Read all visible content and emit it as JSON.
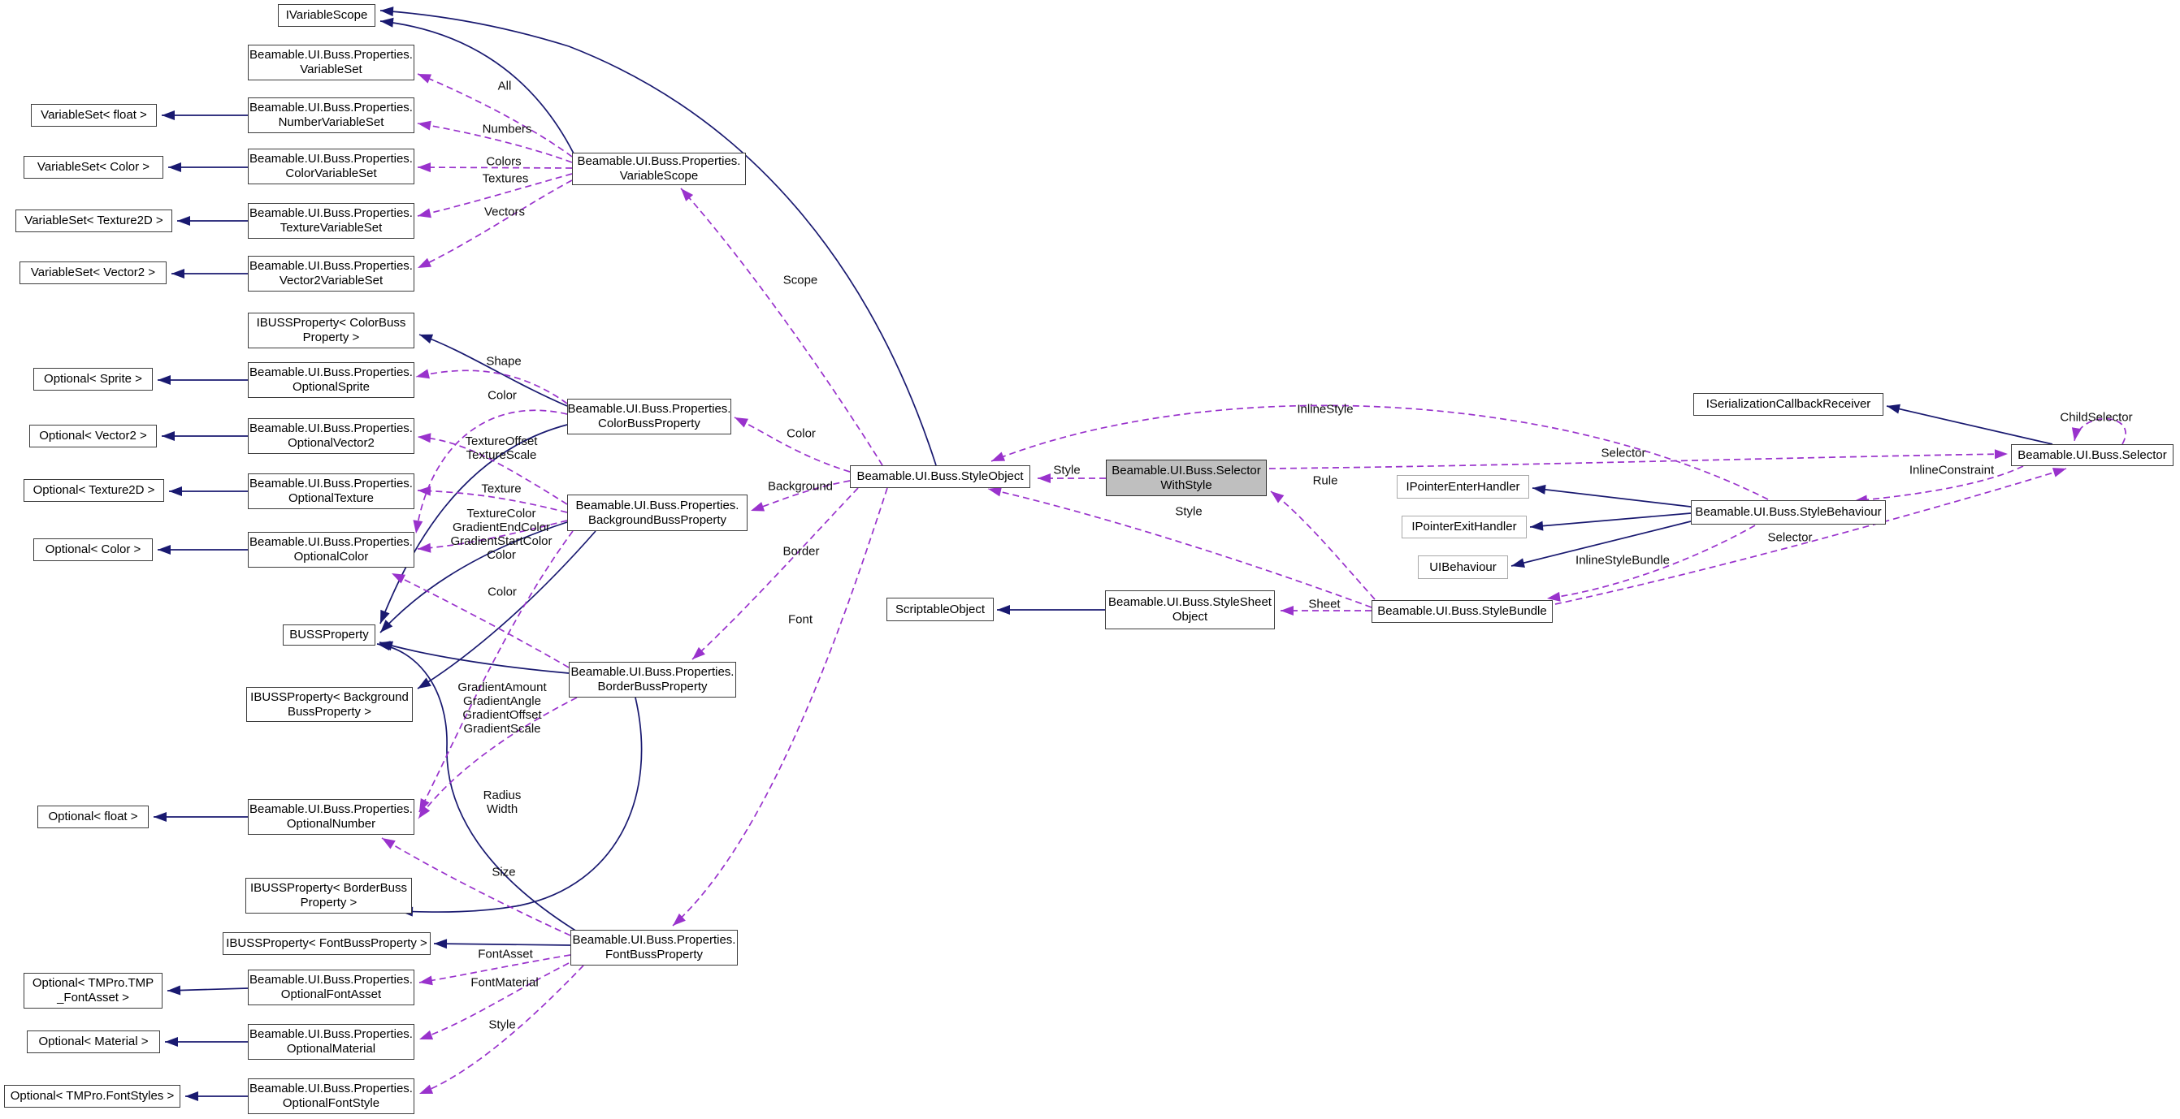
{
  "diagram": {
    "type": "doxygen-collaboration-diagram",
    "highlighted_node": "SelectorWithStyle",
    "colors": {
      "background": "#ffffff",
      "inheritance_edge": "#191970",
      "usage_edge": "#9932cc",
      "node_border": "#3d3d3d",
      "external_node_border": "#aaaaaa",
      "highlight_fill": "#bfbfbf",
      "text": "#000000"
    },
    "nodes": [
      {
        "id": "IVariableScope",
        "label": "IVariableScope",
        "style": "default"
      },
      {
        "id": "PropVariableSet",
        "label": "Beamable.UI.Buss.Properties.\nVariableSet",
        "style": "default"
      },
      {
        "id": "VariableSetFloat",
        "label": "VariableSet< float >",
        "style": "default"
      },
      {
        "id": "PropNumberVariableSet",
        "label": "Beamable.UI.Buss.Properties.\nNumberVariableSet",
        "style": "default"
      },
      {
        "id": "VariableSetColor",
        "label": "VariableSet< Color >",
        "style": "default"
      },
      {
        "id": "PropColorVariableSet",
        "label": "Beamable.UI.Buss.Properties.\nColorVariableSet",
        "style": "default"
      },
      {
        "id": "VariableSetTexture2D",
        "label": "VariableSet< Texture2D >",
        "style": "default"
      },
      {
        "id": "PropTextureVariableSet",
        "label": "Beamable.UI.Buss.Properties.\nTextureVariableSet",
        "style": "default"
      },
      {
        "id": "VariableSetVector2",
        "label": "VariableSet< Vector2 >",
        "style": "default"
      },
      {
        "id": "PropVector2VariableSet",
        "label": "Beamable.UI.Buss.Properties.\nVector2VariableSet",
        "style": "default"
      },
      {
        "id": "VariableScope",
        "label": "Beamable.UI.Buss.Properties.\nVariableScope",
        "style": "default"
      },
      {
        "id": "IBUSSPropColor",
        "label": "IBUSSProperty< ColorBuss\nProperty >",
        "style": "default"
      },
      {
        "id": "OptSprite",
        "label": "Optional< Sprite >",
        "style": "default"
      },
      {
        "id": "PropOptionalSprite",
        "label": "Beamable.UI.Buss.Properties.\nOptionalSprite",
        "style": "default"
      },
      {
        "id": "OptVector2",
        "label": "Optional< Vector2 >",
        "style": "default"
      },
      {
        "id": "PropOptionalVector2",
        "label": "Beamable.UI.Buss.Properties.\nOptionalVector2",
        "style": "default"
      },
      {
        "id": "OptTexture2D",
        "label": "Optional< Texture2D >",
        "style": "default"
      },
      {
        "id": "PropOptionalTexture",
        "label": "Beamable.UI.Buss.Properties.\nOptionalTexture",
        "style": "default"
      },
      {
        "id": "OptColor",
        "label": "Optional< Color >",
        "style": "default"
      },
      {
        "id": "PropOptionalColor",
        "label": "Beamable.UI.Buss.Properties.\nOptionalColor",
        "style": "default"
      },
      {
        "id": "ColorBussProperty",
        "label": "Beamable.UI.Buss.Properties.\nColorBussProperty",
        "style": "default"
      },
      {
        "id": "BackgroundBussProperty",
        "label": "Beamable.UI.Buss.Properties.\nBackgroundBussProperty",
        "style": "default"
      },
      {
        "id": "StyleObject",
        "label": "Beamable.UI.Buss.StyleObject",
        "style": "default"
      },
      {
        "id": "SelectorWithStyle",
        "label": "Beamable.UI.Buss.Selector\nWithStyle",
        "style": "highlight"
      },
      {
        "id": "BUSSProperty",
        "label": "BUSSProperty",
        "style": "default"
      },
      {
        "id": "IBUSSPropBackground",
        "label": "IBUSSProperty< Background\nBussProperty >",
        "style": "default"
      },
      {
        "id": "BorderBussProperty",
        "label": "Beamable.UI.Buss.Properties.\nBorderBussProperty",
        "style": "default"
      },
      {
        "id": "OptFloat",
        "label": "Optional< float >",
        "style": "default"
      },
      {
        "id": "PropOptionalNumber",
        "label": "Beamable.UI.Buss.Properties.\nOptionalNumber",
        "style": "default"
      },
      {
        "id": "IBUSSPropBorder",
        "label": "IBUSSProperty< BorderBuss\nProperty >",
        "style": "default"
      },
      {
        "id": "IBUSSPropFont",
        "label": "IBUSSProperty< FontBussProperty >",
        "style": "default"
      },
      {
        "id": "FontBussProperty",
        "label": "Beamable.UI.Buss.Properties.\nFontBussProperty",
        "style": "default"
      },
      {
        "id": "OptTMPFontAsset",
        "label": "Optional< TMPro.TMP\n_FontAsset >",
        "style": "default"
      },
      {
        "id": "PropOptionalFontAsset",
        "label": "Beamable.UI.Buss.Properties.\nOptionalFontAsset",
        "style": "default"
      },
      {
        "id": "OptMaterial",
        "label": "Optional< Material >",
        "style": "default"
      },
      {
        "id": "PropOptionalMaterial",
        "label": "Beamable.UI.Buss.Properties.\nOptionalMaterial",
        "style": "default"
      },
      {
        "id": "OptTMProFontStyles",
        "label": "Optional< TMPro.FontStyles >",
        "style": "default"
      },
      {
        "id": "PropOptionalFontStyle",
        "label": "Beamable.UI.Buss.Properties.\nOptionalFontStyle",
        "style": "default"
      },
      {
        "id": "ScriptableObject",
        "label": "ScriptableObject",
        "style": "default"
      },
      {
        "id": "StyleSheetObject",
        "label": "Beamable.UI.Buss.StyleSheet\nObject",
        "style": "default"
      },
      {
        "id": "StyleBundle",
        "label": "Beamable.UI.Buss.StyleBundle",
        "style": "default"
      },
      {
        "id": "IPointerEnterHandler",
        "label": "IPointerEnterHandler",
        "style": "external"
      },
      {
        "id": "IPointerExitHandler",
        "label": "IPointerExitHandler",
        "style": "external"
      },
      {
        "id": "UIBehaviour",
        "label": "UIBehaviour",
        "style": "external"
      },
      {
        "id": "StyleBehaviour",
        "label": "Beamable.UI.Buss.StyleBehaviour",
        "style": "default"
      },
      {
        "id": "ISerializationCallbackReceiver",
        "label": "ISerializationCallbackReceiver",
        "style": "default"
      },
      {
        "id": "Selector",
        "label": "Beamable.UI.Buss.Selector",
        "style": "default"
      }
    ],
    "edges": [
      {
        "id": "i1",
        "from": "VariableScope",
        "to": "IVariableScope",
        "type": "inheritance",
        "label": ""
      },
      {
        "id": "i2",
        "from": "StyleObject",
        "to": "IVariableScope",
        "type": "inheritance",
        "label": ""
      },
      {
        "id": "i3",
        "from": "PropNumberVariableSet",
        "to": "VariableSetFloat",
        "type": "inheritance",
        "label": ""
      },
      {
        "id": "i4",
        "from": "PropColorVariableSet",
        "to": "VariableSetColor",
        "type": "inheritance",
        "label": ""
      },
      {
        "id": "i5",
        "from": "PropTextureVariableSet",
        "to": "VariableSetTexture2D",
        "type": "inheritance",
        "label": ""
      },
      {
        "id": "i6",
        "from": "PropVector2VariableSet",
        "to": "VariableSetVector2",
        "type": "inheritance",
        "label": ""
      },
      {
        "id": "i7",
        "from": "PropOptionalSprite",
        "to": "OptSprite",
        "type": "inheritance",
        "label": ""
      },
      {
        "id": "i8",
        "from": "PropOptionalVector2",
        "to": "OptVector2",
        "type": "inheritance",
        "label": ""
      },
      {
        "id": "i9",
        "from": "PropOptionalTexture",
        "to": "OptTexture2D",
        "type": "inheritance",
        "label": ""
      },
      {
        "id": "i10",
        "from": "PropOptionalColor",
        "to": "OptColor",
        "type": "inheritance",
        "label": ""
      },
      {
        "id": "i11",
        "from": "PropOptionalNumber",
        "to": "OptFloat",
        "type": "inheritance",
        "label": ""
      },
      {
        "id": "i12",
        "from": "PropOptionalFontAsset",
        "to": "OptTMPFontAsset",
        "type": "inheritance",
        "label": ""
      },
      {
        "id": "i13",
        "from": "PropOptionalMaterial",
        "to": "OptMaterial",
        "type": "inheritance",
        "label": ""
      },
      {
        "id": "i14",
        "from": "PropOptionalFontStyle",
        "to": "OptTMProFontStyles",
        "type": "inheritance",
        "label": ""
      },
      {
        "id": "i15",
        "from": "ColorBussProperty",
        "to": "IBUSSPropColor",
        "type": "inheritance",
        "label": ""
      },
      {
        "id": "i16",
        "from": "ColorBussProperty",
        "to": "BUSSProperty",
        "type": "inheritance",
        "label": ""
      },
      {
        "id": "i17",
        "from": "BackgroundBussProperty",
        "to": "BUSSProperty",
        "type": "inheritance",
        "label": ""
      },
      {
        "id": "i18",
        "from": "BackgroundBussProperty",
        "to": "IBUSSPropBackground",
        "type": "inheritance",
        "label": ""
      },
      {
        "id": "i19",
        "from": "BorderBussProperty",
        "to": "BUSSProperty",
        "type": "inheritance",
        "label": ""
      },
      {
        "id": "i20",
        "from": "BorderBussProperty",
        "to": "IBUSSPropBorder",
        "type": "inheritance",
        "label": ""
      },
      {
        "id": "i21",
        "from": "FontBussProperty",
        "to": "BUSSProperty",
        "type": "inheritance",
        "label": ""
      },
      {
        "id": "i22",
        "from": "FontBussProperty",
        "to": "IBUSSPropFont",
        "type": "inheritance",
        "label": ""
      },
      {
        "id": "i23",
        "from": "StyleSheetObject",
        "to": "ScriptableObject",
        "type": "inheritance",
        "label": ""
      },
      {
        "id": "i24",
        "from": "StyleBehaviour",
        "to": "IPointerEnterHandler",
        "type": "inheritance",
        "label": ""
      },
      {
        "id": "i25",
        "from": "StyleBehaviour",
        "to": "IPointerExitHandler",
        "type": "inheritance",
        "label": ""
      },
      {
        "id": "i26",
        "from": "StyleBehaviour",
        "to": "UIBehaviour",
        "type": "inheritance",
        "label": ""
      },
      {
        "id": "i27",
        "from": "Selector",
        "to": "ISerializationCallbackReceiver",
        "type": "inheritance",
        "label": ""
      },
      {
        "id": "u1",
        "from": "VariableScope",
        "to": "PropVariableSet",
        "type": "usage",
        "label": "All"
      },
      {
        "id": "u2",
        "from": "VariableScope",
        "to": "PropNumberVariableSet",
        "type": "usage",
        "label": "Numbers"
      },
      {
        "id": "u3",
        "from": "VariableScope",
        "to": "PropColorVariableSet",
        "type": "usage",
        "label": "Colors"
      },
      {
        "id": "u4",
        "from": "VariableScope",
        "to": "PropTextureVariableSet",
        "type": "usage",
        "label": "Textures"
      },
      {
        "id": "u5",
        "from": "VariableScope",
        "to": "PropVector2VariableSet",
        "type": "usage",
        "label": "Vectors"
      },
      {
        "id": "u6",
        "from": "StyleObject",
        "to": "VariableScope",
        "type": "usage",
        "label": "Scope"
      },
      {
        "id": "u7",
        "from": "ColorBussProperty",
        "to": "PropOptionalSprite",
        "type": "usage",
        "label": "Shape"
      },
      {
        "id": "u8",
        "from": "ColorBussProperty",
        "to": "PropOptionalColor",
        "type": "usage",
        "label": "Color"
      },
      {
        "id": "u9",
        "from": "BackgroundBussProperty",
        "to": "PropOptionalVector2",
        "type": "usage",
        "label": "TextureOffset\nTextureScale"
      },
      {
        "id": "u10",
        "from": "BackgroundBussProperty",
        "to": "PropOptionalTexture",
        "type": "usage",
        "label": "Texture"
      },
      {
        "id": "u11",
        "from": "BackgroundBussProperty",
        "to": "PropOptionalColor",
        "type": "usage",
        "label": "TextureColor\nGradientEndColor\nGradientStartColor\nColor"
      },
      {
        "id": "u12",
        "from": "StyleObject",
        "to": "ColorBussProperty",
        "type": "usage",
        "label": "Color"
      },
      {
        "id": "u13",
        "from": "StyleObject",
        "to": "BackgroundBussProperty",
        "type": "usage",
        "label": "Background"
      },
      {
        "id": "u14",
        "from": "StyleObject",
        "to": "BorderBussProperty",
        "type": "usage",
        "label": "Border"
      },
      {
        "id": "u15",
        "from": "StyleObject",
        "to": "FontBussProperty",
        "type": "usage",
        "label": "Font"
      },
      {
        "id": "u16",
        "from": "BackgroundBussProperty",
        "to": "PropOptionalNumber",
        "type": "usage",
        "label": "GradientAmount\nGradientAngle\nGradientOffset\nGradientScale"
      },
      {
        "id": "u17",
        "from": "BorderBussProperty",
        "to": "PropOptionalColor",
        "type": "usage",
        "label": "Color"
      },
      {
        "id": "u18",
        "from": "BorderBussProperty",
        "to": "PropOptionalNumber",
        "type": "usage",
        "label": "Radius\nWidth"
      },
      {
        "id": "u19",
        "from": "FontBussProperty",
        "to": "PropOptionalNumber",
        "type": "usage",
        "label": "Size"
      },
      {
        "id": "u20",
        "from": "FontBussProperty",
        "to": "PropOptionalFontAsset",
        "type": "usage",
        "label": "FontAsset"
      },
      {
        "id": "u21",
        "from": "FontBussProperty",
        "to": "PropOptionalMaterial",
        "type": "usage",
        "label": "FontMaterial"
      },
      {
        "id": "u22",
        "from": "FontBussProperty",
        "to": "PropOptionalFontStyle",
        "type": "usage",
        "label": "Style"
      },
      {
        "id": "u23",
        "from": "SelectorWithStyle",
        "to": "StyleObject",
        "type": "usage",
        "label": "Style"
      },
      {
        "id": "u24",
        "from": "StyleBehaviour",
        "to": "StyleObject",
        "type": "usage",
        "label": "InlineStyle"
      },
      {
        "id": "u25",
        "from": "StyleBundle",
        "to": "SelectorWithStyle",
        "type": "usage",
        "label": "Rule"
      },
      {
        "id": "u26",
        "from": "StyleBundle",
        "to": "StyleObject",
        "type": "usage",
        "label": "Style"
      },
      {
        "id": "u27",
        "from": "StyleBundle",
        "to": "StyleSheetObject",
        "type": "usage",
        "label": "Sheet"
      },
      {
        "id": "u28",
        "from": "SelectorWithStyle",
        "to": "Selector",
        "type": "usage",
        "label": "Selector"
      },
      {
        "id": "u29",
        "from": "Selector",
        "to": "StyleBehaviour",
        "type": "usage",
        "label": "InlineConstraint"
      },
      {
        "id": "u30",
        "from": "StyleBundle",
        "to": "Selector",
        "type": "usage",
        "label": "Selector"
      },
      {
        "id": "u31",
        "from": "StyleBehaviour",
        "to": "StyleBundle",
        "type": "usage",
        "label": "InlineStyleBundle"
      },
      {
        "id": "u32",
        "from": "Selector",
        "to": "Selector",
        "type": "usage",
        "label": "ChildSelector"
      }
    ]
  }
}
